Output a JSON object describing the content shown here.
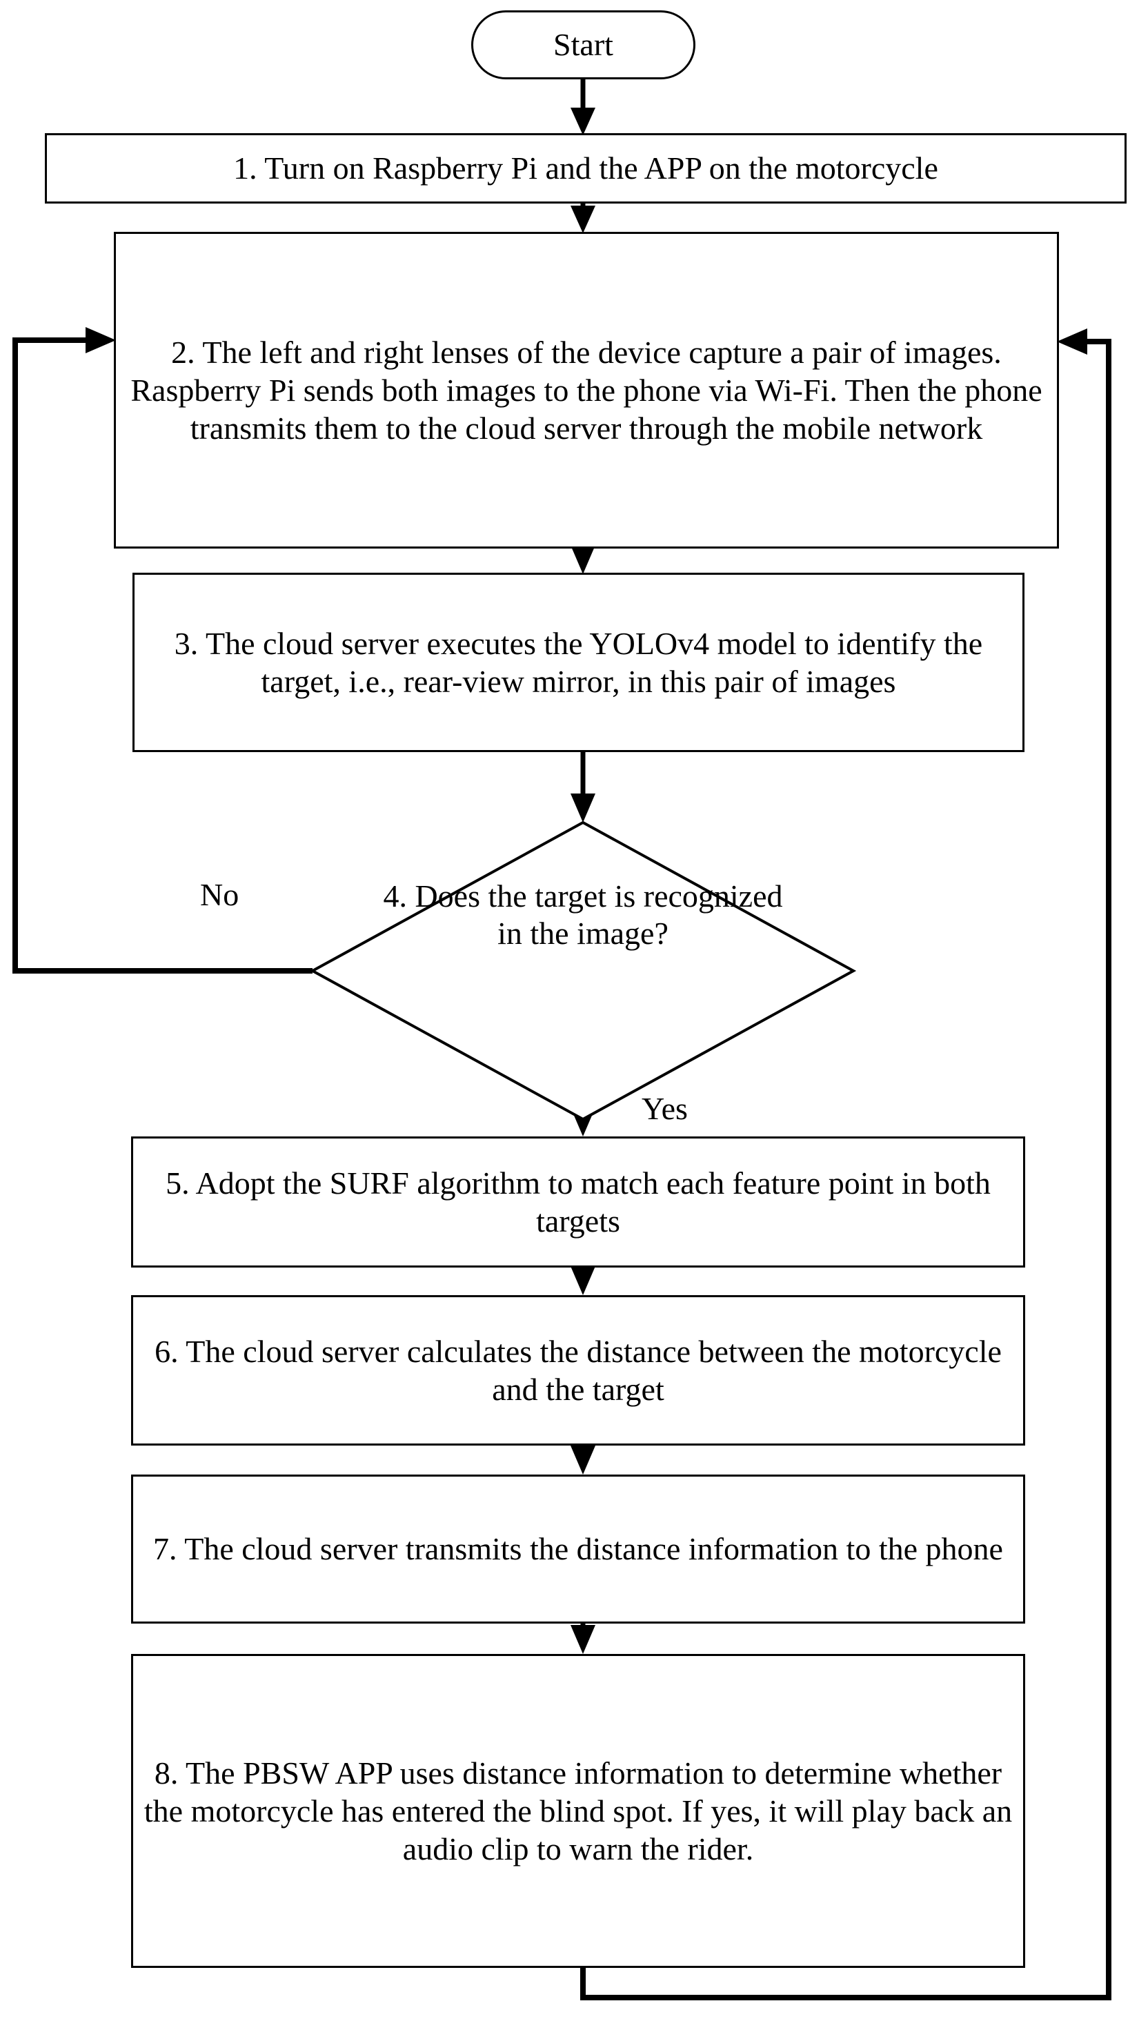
{
  "diagram": {
    "title_present": false,
    "stroke_color": "#000000",
    "background_color": "#ffffff",
    "nodes": [
      {
        "id": "start",
        "shape": "terminal",
        "text": "Start"
      },
      {
        "id": "step1",
        "shape": "process",
        "text": "1. Turn on Raspberry Pi and the APP on the motorcycle"
      },
      {
        "id": "step2",
        "shape": "process",
        "text": "2. The left and right lenses of the device capture a pair of images. Raspberry Pi sends both images to the phone via Wi-Fi. Then the phone transmits them to the cloud server through the mobile network"
      },
      {
        "id": "step3",
        "shape": "process",
        "text": "3. The cloud server executes the YOLOv4 model to identify the target, i.e., rear-view mirror, in this pair of images"
      },
      {
        "id": "step4",
        "shape": "decision",
        "text": "4. Does the target is recognized in the image?"
      },
      {
        "id": "step5",
        "shape": "process",
        "text": "5. Adopt the SURF algorithm to match each feature point in both targets"
      },
      {
        "id": "step6",
        "shape": "process",
        "text": "6. The cloud server calculates the distance between the motorcycle and the target"
      },
      {
        "id": "step7",
        "shape": "process",
        "text": "7. The cloud server transmits the distance information to the phone"
      },
      {
        "id": "step8",
        "shape": "process",
        "text": "8. The PBSW APP uses distance information to determine whether the motorcycle has entered the blind spot. If yes, it will play back an audio clip to warn the rider."
      }
    ],
    "edge_labels": {
      "no": "No",
      "yes": "Yes"
    },
    "edges": [
      {
        "from": "start",
        "to": "step1",
        "label": ""
      },
      {
        "from": "step1",
        "to": "step2",
        "label": ""
      },
      {
        "from": "step2",
        "to": "step3",
        "label": ""
      },
      {
        "from": "step3",
        "to": "step4",
        "label": ""
      },
      {
        "from": "step4",
        "to": "step2",
        "label": "No"
      },
      {
        "from": "step4",
        "to": "step5",
        "label": "Yes"
      },
      {
        "from": "step5",
        "to": "step6",
        "label": ""
      },
      {
        "from": "step6",
        "to": "step7",
        "label": ""
      },
      {
        "from": "step7",
        "to": "step8",
        "label": ""
      },
      {
        "from": "step8",
        "to": "step2",
        "label": ""
      }
    ]
  }
}
